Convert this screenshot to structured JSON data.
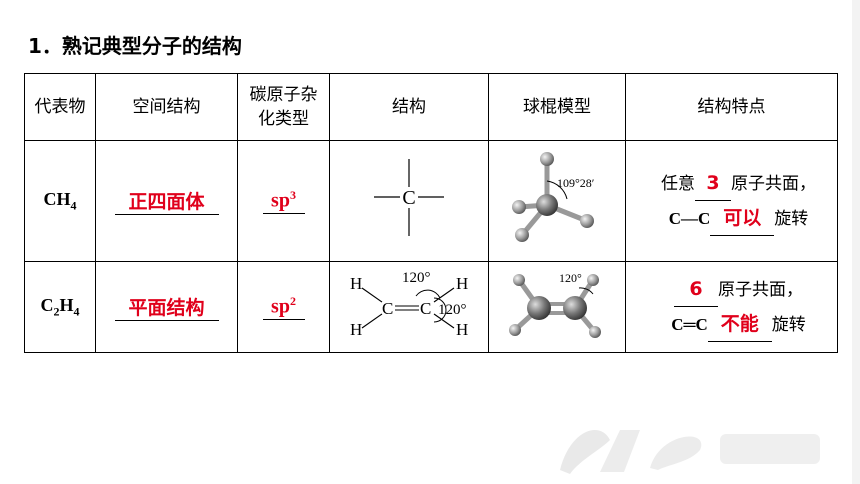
{
  "heading": "1．熟记典型分子的结构",
  "table": {
    "headers": [
      "代表物",
      "空间结构",
      "碳原子杂化类型",
      "结构",
      "球棍模型",
      "结构特点"
    ],
    "header_lines": {
      "hybrid_line1": "碳原子杂",
      "hybrid_line2": "化类型"
    },
    "rows": [
      {
        "formula_main": "CH",
        "formula_sub": "4",
        "shape": "正四面体",
        "hybrid_base": "sp",
        "hybrid_sup": "3",
        "struct_atom": "C",
        "model_angle": "109°28′",
        "feat_prefix": "任意",
        "feat_num": "3",
        "feat_suffix": "原子共面，",
        "feat_bond": "C—C",
        "feat_rot": "可以",
        "feat_end": "旋转"
      },
      {
        "formula_c": "C",
        "formula_c_sub": "2",
        "formula_h": "H",
        "formula_h_sub": "4",
        "shape": "平面结构",
        "hybrid_base": "sp",
        "hybrid_sup": "2",
        "struct_h": "H",
        "struct_c": "C",
        "struct_angle_top": "120°",
        "struct_angle_right": "120°",
        "model_angle": "120°",
        "feat_num": "6",
        "feat_suffix": "原子共面，",
        "feat_bond": "C═C",
        "feat_rot": "不能",
        "feat_end": "旋转"
      }
    ]
  },
  "colors": {
    "answer": "#e0001b",
    "border": "#000000"
  }
}
